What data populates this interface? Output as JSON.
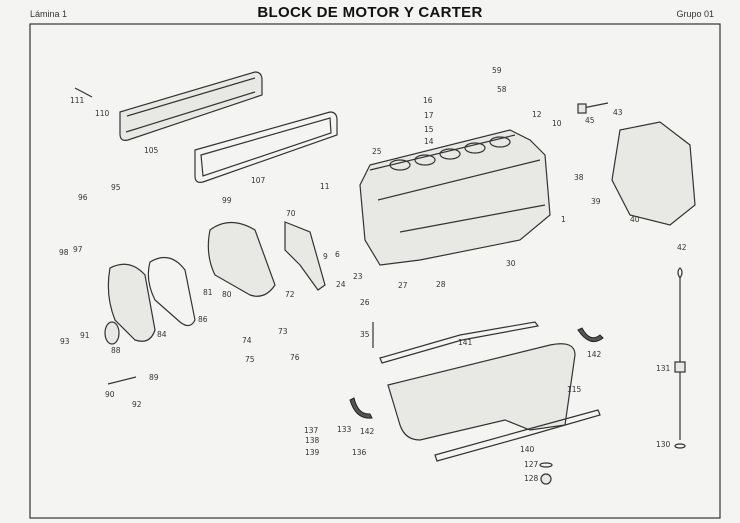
{
  "header": {
    "sheet": "Lámina 1",
    "title": "BLOCK DE MOTOR Y CARTER",
    "group": "Grupo 01"
  },
  "labels": [
    "111",
    "110",
    "105",
    "107",
    "11",
    "96",
    "95",
    "99",
    "98",
    "97",
    "70",
    "9",
    "6",
    "23",
    "24",
    "25",
    "16",
    "17",
    "15",
    "14",
    "59",
    "58",
    "12",
    "10",
    "45",
    "43",
    "38",
    "39",
    "1",
    "40",
    "42",
    "30",
    "28",
    "27",
    "26",
    "35",
    "81",
    "80",
    "72",
    "86",
    "84",
    "93",
    "91",
    "88",
    "74",
    "73",
    "75",
    "76",
    "89",
    "90",
    "92",
    "141",
    "142",
    "131",
    "115",
    "142",
    "137",
    "133",
    "138",
    "139",
    "136",
    "140",
    "127",
    "128",
    "130"
  ]
}
